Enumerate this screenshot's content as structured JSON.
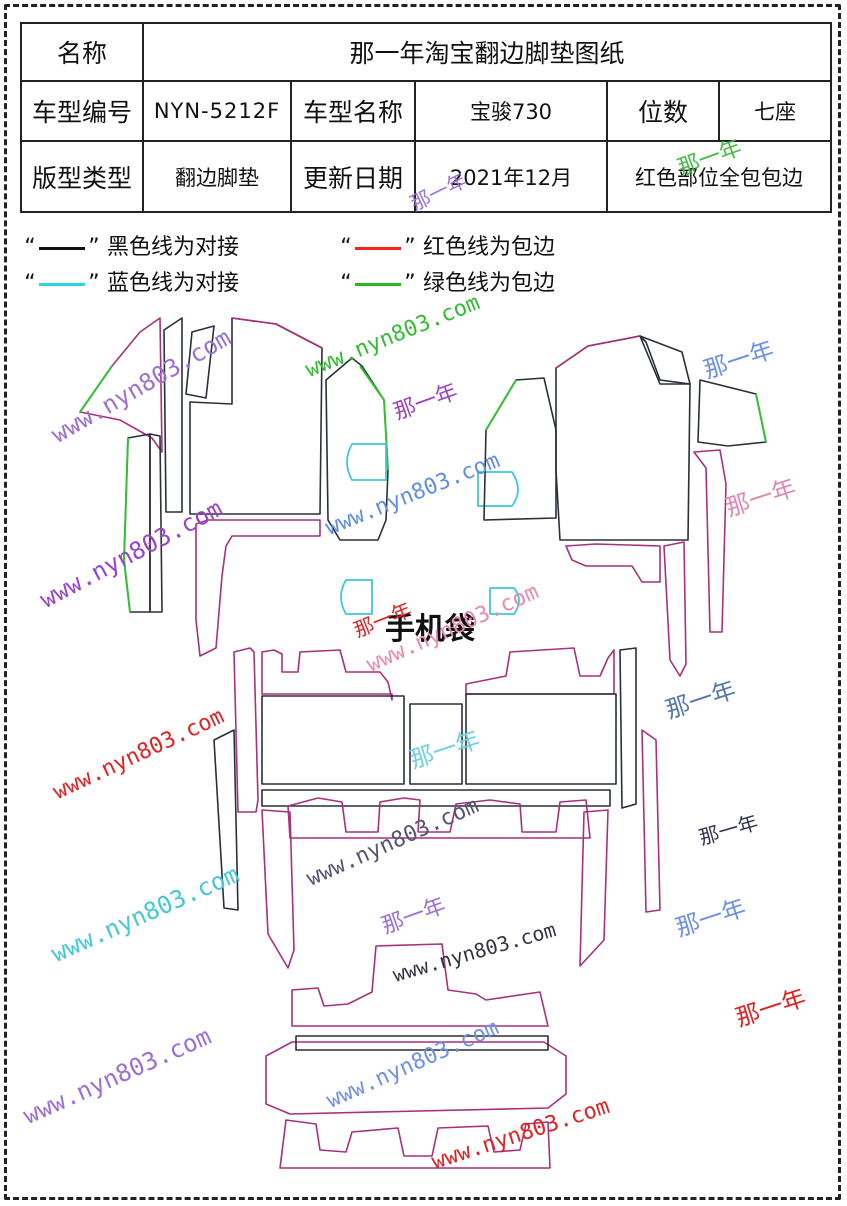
{
  "header": {
    "name_label": "名称",
    "title": "那一年淘宝翻边脚垫图纸",
    "model_code_label": "车型编号",
    "model_code": "NYN-5212F",
    "model_name_label": "车型名称",
    "model_name": "宝骏730",
    "seats_label": "位数",
    "seats": "七座",
    "pattern_type_label": "版型类型",
    "pattern_type": "翻边脚垫",
    "update_label": "更新日期",
    "update_date": "2021年12月",
    "note": "红色部位全包包边"
  },
  "legend": [
    {
      "open": "“",
      "close": "”",
      "color": "#111111",
      "text": "黑色线为对接"
    },
    {
      "open": "“",
      "close": "”",
      "color": "#ff2020",
      "text": "红色线为包边"
    },
    {
      "open": "“",
      "close": "”",
      "color": "#29d6e6",
      "text": "蓝色线为对接"
    },
    {
      "open": "“",
      "close": "”",
      "color": "#22bb22",
      "text": "绿色线为包边"
    }
  ],
  "pattern": {
    "phone_bag_label": "手机袋",
    "outline_colors": {
      "dark": "#2b2f3a",
      "wrap": "#a8307c",
      "cyan": "#3ec8d8",
      "green": "#33c033"
    }
  },
  "watermarks": {
    "url": "www.nyn803.com",
    "brand": "那一年"
  }
}
